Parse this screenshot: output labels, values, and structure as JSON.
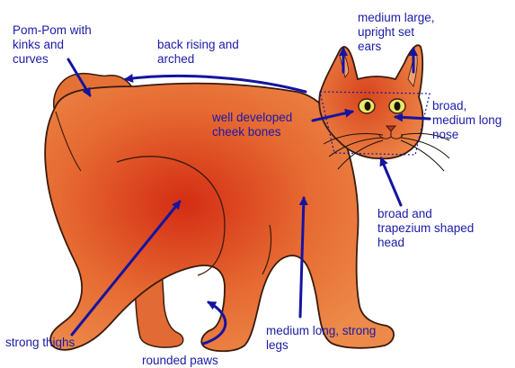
{
  "colors": {
    "fur_light": "#ea7a3a",
    "fur_dark": "#c6451a",
    "fur_center": "#d9361a",
    "outline": "#3a1a0c",
    "label": "#1a1aa8",
    "arrow": "#1414a0",
    "eye": "#e8e86a"
  },
  "labels": {
    "pompom": "Pom-Pom with\nkinks and\ncurves",
    "back": "back rising and\narched",
    "ears": "medium large,\nupright set\nears",
    "cheek": "well developed\ncheek bones",
    "nose": "broad,\nmedium long\nnose",
    "head": "broad and\ntrapezium shaped\nhead",
    "legs": "medium long, strong\nlegs",
    "thighs": "strong thighs",
    "paws": "rounded paws"
  }
}
